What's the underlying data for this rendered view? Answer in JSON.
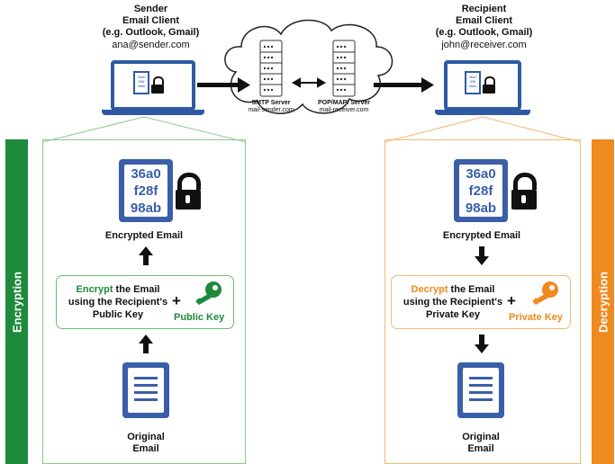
{
  "sender": {
    "heading": "Sender",
    "client": "Email Client",
    "example": "(e.g. Outlook, Gmail)",
    "address": "ana@sender.com"
  },
  "recipient": {
    "heading": "Recipient",
    "client": "Email Client",
    "example": "(e.g. Outlook, Gmail)",
    "address": "john@receiver.com"
  },
  "servers": {
    "smtp_label": "SMTP Server",
    "smtp_host": "mail-sender.com",
    "pop_label": "POP/MAPI Server",
    "pop_host": "mail-receiver.com"
  },
  "encryption": {
    "sidebar_label": "Encryption",
    "encrypted_label": "Encrypted Email",
    "hex_lines": [
      "36a0",
      "f28f",
      "98ab"
    ],
    "action_word": "Encrypt",
    "action_rest": " the Email",
    "action_line2": "using the Recipient's",
    "action_line3": "Public Key",
    "plus": "+",
    "key_label": "Public Key",
    "original_line1": "Original",
    "original_line2": "Email"
  },
  "decryption": {
    "sidebar_label": "Decryption",
    "encrypted_label": "Encrypted Email",
    "hex_lines": [
      "36a0",
      "f28f",
      "98ab"
    ],
    "action_word": "Decrypt",
    "action_rest": " the Email",
    "action_line2": "using the Recipient's",
    "action_line3": "Private Key",
    "plus": "+",
    "key_label": "Private Key",
    "original_line1": "Original",
    "original_line2": "Email"
  },
  "colors": {
    "green": "#1e8a3c",
    "orange": "#ee8a1f",
    "blue": "#2f5aa3",
    "panel_green": "#8cc98e",
    "panel_orange": "#f4b877"
  }
}
